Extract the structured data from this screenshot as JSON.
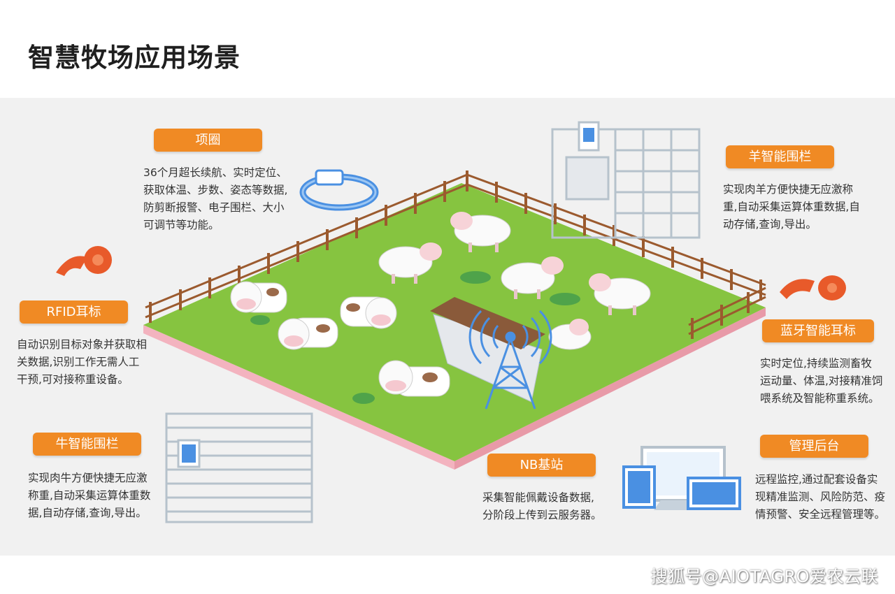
{
  "title": "智慧牧场应用场景",
  "labels": {
    "collar": {
      "tag": "项圈",
      "desc": "36个月超长续航、实时定位、\n获取体温、步数、姿态等数据,\n防剪断报警、电子围栏、大小\n可调节等功能。"
    },
    "rfid": {
      "tag": "RFID耳标",
      "desc": "自动识别目标对象并获取相\n关数据,识别工作无需人工\n干预,可对接称重设备。"
    },
    "cattle_fence": {
      "tag": "牛智能围栏",
      "desc": "实现肉牛方便快捷无应激\n称重,自动采集运算体重数\n据,自动存储,查询,导出。"
    },
    "nb_station": {
      "tag": "NB基站",
      "desc": "采集智能佩戴设备数据,\n分阶段上传到云服务器。"
    },
    "sheep_fence": {
      "tag": "羊智能围栏",
      "desc": "实现肉羊方便快捷无应激称\n重,自动采集运算体重数据,自\n动存储,查询,导出。"
    },
    "bluetooth_tag": {
      "tag": "蓝牙智能耳标",
      "desc": "实时定位,持续监测畜牧\n运动量、体温,对接精准饲\n喂系统及智能称重系统。"
    },
    "backend": {
      "tag": "管理后台",
      "desc": "远程监控,通过配套设备实\n现精准监测、风险防范、疫\n情预警、安全远程管理等。"
    }
  },
  "watermark": "搜狐号@AIOTAGRO爱农云联",
  "colors": {
    "accent": "#f08a24",
    "grass": "#86c440",
    "ground_edge": "#f3b3bf",
    "fence": "#9b5a2e",
    "device_blue": "#4a90e2",
    "device_outline": "#b6c2cc"
  }
}
